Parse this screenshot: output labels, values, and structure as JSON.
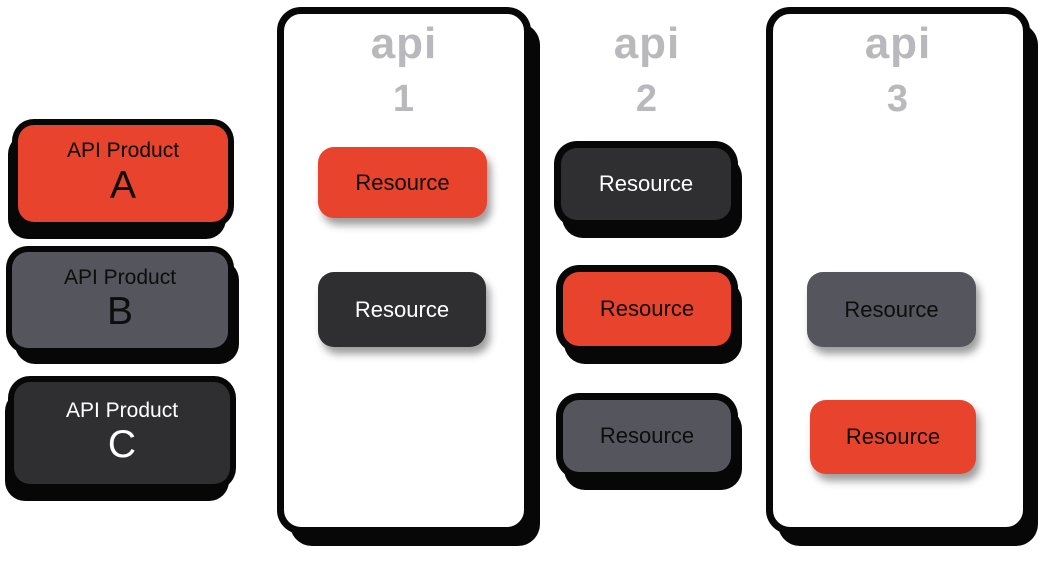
{
  "products": [
    {
      "label": "API Product",
      "letter": "A",
      "fill": "#E8432C",
      "text_color": "#0A0A0A"
    },
    {
      "label": "API Product",
      "letter": "B",
      "fill": "#55555E",
      "text_color": "#0D0D0D"
    },
    {
      "label": "API Product",
      "letter": "C",
      "fill": "#2F2F31",
      "text_color": "#FFFFFF"
    }
  ],
  "apis": [
    {
      "name": "api",
      "number": "1",
      "has_container": true,
      "resources": [
        {
          "label": "Resource",
          "fill": "#E8432C",
          "text_color": "#0A0A0A",
          "shadow": "soft"
        },
        {
          "label": "Resource",
          "fill": "#2F2F31",
          "text_color": "#FFFFFF",
          "shadow": "soft"
        }
      ]
    },
    {
      "name": "api",
      "number": "2",
      "has_container": false,
      "resources": [
        {
          "label": "Resource",
          "fill": "#2F2F31",
          "text_color": "#FFFFFF",
          "shadow": "black-ring"
        },
        {
          "label": "Resource",
          "fill": "#E8432C",
          "text_color": "#0A0A0A",
          "shadow": "black-ring"
        },
        {
          "label": "Resource",
          "fill": "#55555E",
          "text_color": "#0D0D0D",
          "shadow": "black-ring"
        }
      ]
    },
    {
      "name": "api",
      "number": "3",
      "has_container": true,
      "resources": [
        {
          "label": "Resource",
          "fill": "#55555E",
          "text_color": "#0D0D0D",
          "shadow": "soft"
        },
        {
          "label": "Resource",
          "fill": "#E8432C",
          "text_color": "#0A0A0A",
          "shadow": "soft"
        }
      ]
    }
  ],
  "colors": {
    "accent_orange": "#E8432C",
    "slate_gray": "#55555E",
    "charcoal": "#2F2F31",
    "outline_black": "#070707",
    "heading_gray": "#B9B9BD",
    "container_white": "#FFFFFF"
  }
}
